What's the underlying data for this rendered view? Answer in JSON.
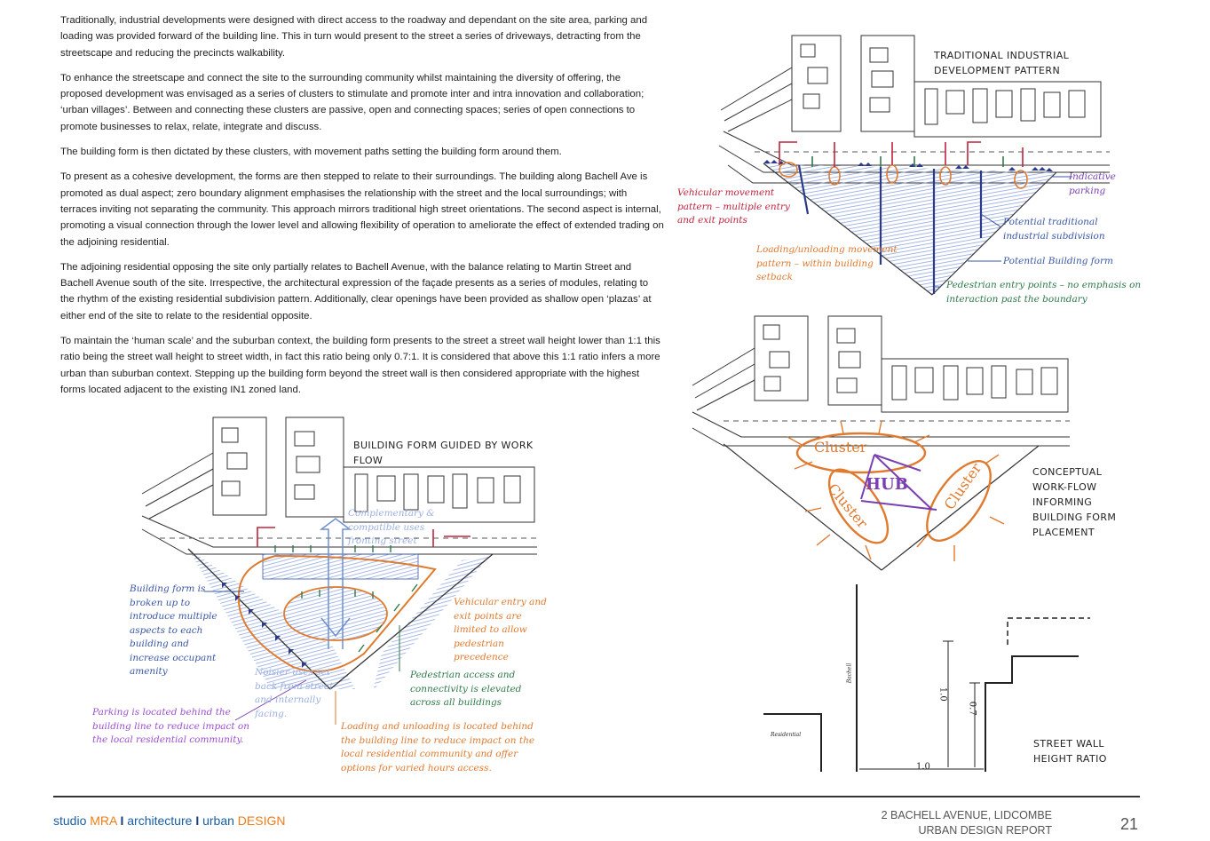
{
  "paragraphs": [
    "Traditionally, industrial developments were designed with direct access to the roadway and dependant on the site area, parking and loading was provided forward of the building line.  This in turn would present to the street a series of driveways, detracting from the streetscape and reducing the precincts walkability.",
    "To enhance the streetscape and connect the site to the surrounding community whilst maintaining the diversity of offering, the proposed development was envisaged as a series of clusters to stimulate and promote inter and intra innovation and collaboration; ‘urban villages’.  Between and connecting these clusters are passive, open and connecting spaces; series of open connections to promote businesses to relax, relate, integrate and discuss.",
    "The building form is then dictated by these clusters, with movement paths setting the building form around them.",
    "To present as a cohesive development, the forms are then stepped to relate to their surroundings.  The building along Bachell Ave is promoted as dual aspect; zero boundary alignment emphasises the relationship with the street and the local surroundings; with terraces inviting not separating the community.  This approach mirrors traditional high street orientations. The second aspect is internal, promoting a visual connection through the lower level and allowing flexibility of operation to ameliorate the effect of extended trading on the adjoining residential.",
    "The adjoining residential opposing the site only partially relates to Bachell Avenue, with the balance relating to Martin Street and Bachell Avenue south of the site.  Irrespective, the architectural expression of the façade presents as a series of modules, relating to the rhythm of the existing residential subdivision pattern.  Additionally, clear openings have been provided as shallow open ‘plazas’ at either end of the site to relate to the residential opposite.",
    "To maintain the ‘human scale’ and the suburban context, the building form presents to the street a street wall height lower than 1:1 this ratio being the street wall height to street width, in fact this ratio being only 0.7:1.  It is considered that above this 1:1 ratio infers a more urban than suburban context. Stepping up the building form beyond the street wall is then considered appropriate with the highest forms located adjacent to the existing IN1 zoned land."
  ],
  "fig_traditional": {
    "title": "TRADITIONAL INDUSTRIAL DEVELOPMENT PATTERN",
    "vehicular": "Vehicular movement pattern – multiple entry and exit points",
    "loading": "Loading/unloading movement pattern – within building setback",
    "parking": "Indicative parking",
    "subdivision": "Potential traditional industrial subdivision",
    "building_form": "Potential Building form",
    "pedestrian": "Pedestrian entry points – no emphasis on interaction past the boundary"
  },
  "fig_workflow": {
    "title": "CONCEPTUAL WORK-FLOW INFORMING BUILDING FORM PLACEMENT",
    "cluster": "Cluster",
    "hub": "HUB"
  },
  "fig_guided": {
    "title": "BUILDING FORM GUIDED BY WORK FLOW",
    "complementary": "Complementary & compatible uses fronting street",
    "broken": "Building form is broken up to introduce multiple aspects to each building and increase occupant amenity",
    "vehicular": "Vehicular entry and exit points are limited to allow pedestrian precedence",
    "noisier": "Noisier uses set back from street and internally facing.",
    "pedestrian": "Pedestrian access and connectivity is elevated across all buildings",
    "parking": "Parking is located behind the building line to reduce impact on the local residential community.",
    "loading": "Loading and unloading is located behind the building line to reduce impact on the local residential community and offer options for varied hours access."
  },
  "fig_ratio": {
    "title": "STREET WALL HEIGHT RATIO",
    "h1": "1.0",
    "h2": "0.7",
    "w": "1.0",
    "small1": "Bachell",
    "small2": "Residential"
  },
  "footer": {
    "brand_a": "studio ",
    "brand_b": "MRA",
    "sep": "I",
    "brand_c": " architecture ",
    "brand_d": " urban ",
    "brand_e": "DESIGN",
    "address": "2 BACHELL AVENUE, LIDCOMBE",
    "report": "URBAN DESIGN REPORT",
    "page": "21"
  },
  "colors": {
    "red": "#c0243e",
    "orange": "#e07a2e",
    "blue": "#3b57a8",
    "purple": "#7a3fb0",
    "green": "#2e7a4a",
    "hatch": "#9aaedc"
  }
}
